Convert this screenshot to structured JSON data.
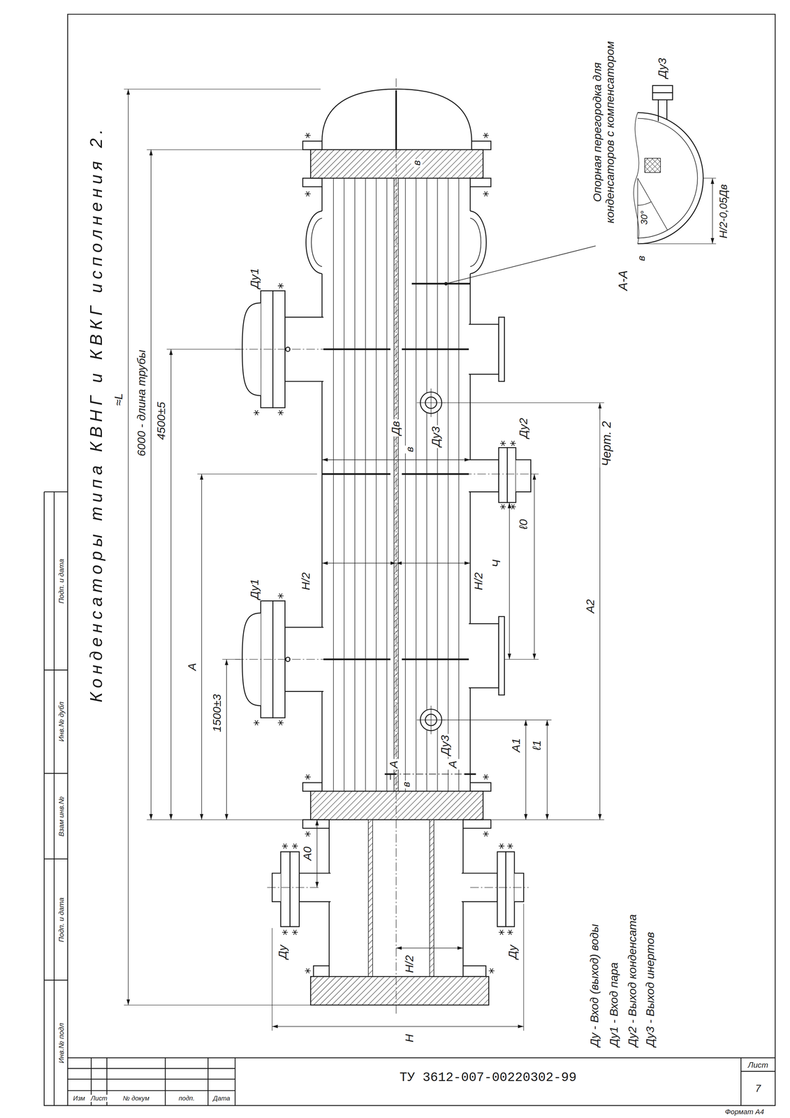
{
  "diagram": {
    "title": "Конденсаторы типа КВНГ и КВКГ исполнения 2.",
    "labels": [
      "≈L",
      "6000 - длина трубы",
      "4500±5",
      "А",
      "1500±3",
      "Ду1",
      "Ду1",
      "H/2",
      "H/2",
      "Дв",
      "в",
      "в",
      "в",
      "Ду3",
      "Ду3",
      "Ду2",
      "Ч",
      "ℓ0",
      "А2",
      "А1",
      "ℓ1",
      "А",
      "А",
      "А0",
      "Ду",
      "Ду",
      "H/2",
      "H",
      "Опорная перегородка для конденсаторов с компенсатором",
      "А-А",
      "Ду3",
      "H/2-0,05Дв",
      "30°",
      "в",
      "Черт. 2",
      "Ду - Вход (выход) воды",
      "Ду1 - Вход пара",
      "Ду2 - Выход конденсата",
      "Ду3 - Выход инертов",
      "Инв.№ подл",
      "Подп. и дата",
      "Взам инв.№",
      "Инв.№ дубл",
      "Подп. и дата",
      "Изм",
      "Лист",
      "№ докум",
      "подп.",
      "Дата",
      "ТУ 3612-007-00220302-99",
      "Лист",
      "7",
      "Формат А4"
    ]
  }
}
